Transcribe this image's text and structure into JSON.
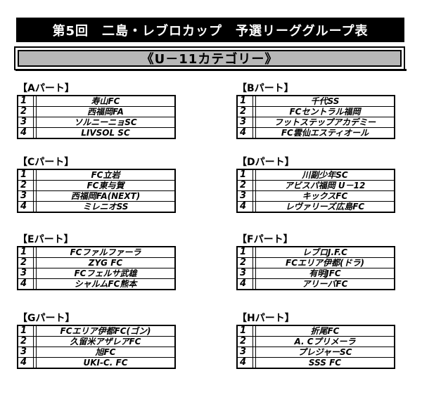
{
  "title": "第5回　二島・レブロカップ　予選リーググループ表",
  "category": "《U－11カテゴリー》",
  "groups": [
    {
      "label": "【Aパート】",
      "rows": [
        {
          "num": "1",
          "team": "寿山FC"
        },
        {
          "num": "2",
          "team": "西福岡FA"
        },
        {
          "num": "3",
          "team": "ソルニーニョSC"
        },
        {
          "num": "4",
          "team": "LIVSOL SC"
        }
      ]
    },
    {
      "label": "【Bパート】",
      "rows": [
        {
          "num": "1",
          "team": "千代SS"
        },
        {
          "num": "2",
          "team": "FCセントラル福岡"
        },
        {
          "num": "3",
          "team": "フットステップアカデミー"
        },
        {
          "num": "4",
          "team": "FC雲仙エスティオール"
        }
      ]
    },
    {
      "label": "【Cパート】",
      "rows": [
        {
          "num": "1",
          "team": "FC立岩"
        },
        {
          "num": "2",
          "team": "FC東与賀"
        },
        {
          "num": "3",
          "team": "西福岡FA(NEXT)"
        },
        {
          "num": "4",
          "team": "ミレニオSS"
        }
      ]
    },
    {
      "label": "【Dパート】",
      "rows": [
        {
          "num": "1",
          "team": "川副少年SC"
        },
        {
          "num": "2",
          "team": "アビスパ福岡 U－12"
        },
        {
          "num": "3",
          "team": "キックスFC"
        },
        {
          "num": "4",
          "team": "レヴァリーズ広島FC"
        }
      ]
    },
    {
      "label": "【Eパート】",
      "rows": [
        {
          "num": "1",
          "team": "FCファルファーラ"
        },
        {
          "num": "2",
          "team": "ZYG FC"
        },
        {
          "num": "3",
          "team": "FCフェルサ武雄"
        },
        {
          "num": "4",
          "team": "シャルムFC熊本"
        }
      ]
    },
    {
      "label": "【Fパート】",
      "rows": [
        {
          "num": "1",
          "team": "レブロJ.F.C"
        },
        {
          "num": "2",
          "team": "FCエリア伊都(ドラ)"
        },
        {
          "num": "3",
          "team": "有明JFC"
        },
        {
          "num": "4",
          "team": "アリーバFC"
        }
      ]
    },
    {
      "label": "【Gパート】",
      "rows": [
        {
          "num": "1",
          "team": "FCエリア伊都FC(ゴン)"
        },
        {
          "num": "2",
          "team": "久留米アザレアFC"
        },
        {
          "num": "3",
          "team": "旭FC"
        },
        {
          "num": "4",
          "team": "UKI-C. FC"
        }
      ]
    },
    {
      "label": "【Hパート】",
      "rows": [
        {
          "num": "1",
          "team": "折尾FC"
        },
        {
          "num": "2",
          "team": "A. Cプリメーラ"
        },
        {
          "num": "3",
          "team": "プレジャーSC"
        },
        {
          "num": "4",
          "team": "SSS FC"
        }
      ]
    }
  ]
}
